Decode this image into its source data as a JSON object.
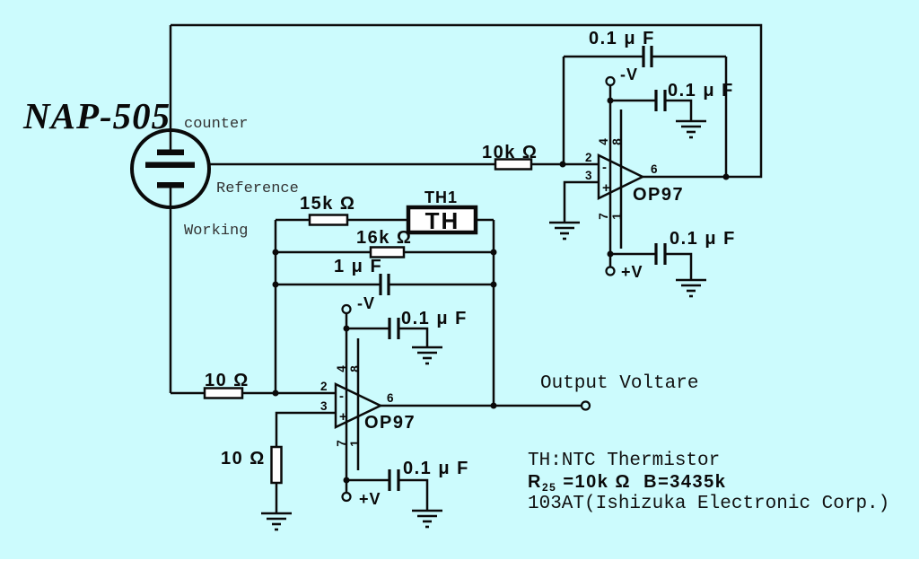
{
  "colors": {
    "background": "#ccfbfd",
    "ink": "#0a0a0a",
    "component_fill": "#ffffff",
    "footer_strip": "#ffffff"
  },
  "sensor": {
    "model": "NAP-505",
    "counter": "counter",
    "reference": "Reference",
    "working": "Working"
  },
  "ref_amp": {
    "chip": "OP97",
    "input_resistor": "10k Ω",
    "feedback_cap": "0.1 μ F",
    "neg_supply": "-V",
    "neg_bypass_cap": "0.1 μ F",
    "pos_supply": "+V",
    "pos_bypass_cap": "0.1 μ F",
    "pin_inv": "2",
    "pin_non": "3",
    "pin_out": "6",
    "pin_4": "4",
    "pin_8": "8",
    "pin_7": "7",
    "pin_1": "1",
    "inv_mark": "-",
    "non_mark": "+"
  },
  "meas_amp": {
    "chip": "OP97",
    "input_resistor": "10 Ω",
    "ground_resistor": "10 Ω",
    "fb_resistor_1": "15k Ω",
    "fb_resistor_2": "16k Ω",
    "fb_cap": "1 μ F",
    "thermistor_ref": "TH1",
    "thermistor_mark": "TH",
    "neg_supply": "-V",
    "neg_bypass_cap": "0.1 μ F",
    "pos_supply": "+V",
    "pos_bypass_cap": "0.1 μ F",
    "pin_inv": "2",
    "pin_non": "3",
    "pin_out": "6",
    "pin_4": "4",
    "pin_8": "8",
    "pin_7": "7",
    "pin_1": "1",
    "inv_mark": "-",
    "non_mark": "+",
    "output_label": "Output Voltare"
  },
  "notes": {
    "line1": "TH:NTC Thermistor",
    "r_base": "R",
    "r_sub": "25",
    "r_rest": " =10k Ω  B=3435k",
    "line3": "103AT(Ishizuka Electronic Corp.)"
  }
}
